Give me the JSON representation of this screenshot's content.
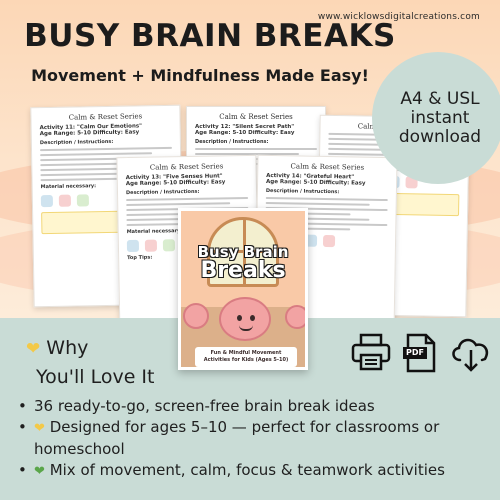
{
  "header": {
    "url": "www.wicklowsdigitalcreations.com",
    "title": "BUSY BRAIN BREAKS",
    "subtitle": "Movement + Mindfulness Made Easy!"
  },
  "badge": {
    "line1": "A4 & USL",
    "line2": "instant",
    "line3": "download"
  },
  "cover": {
    "title_line1": "Busy Brain",
    "title_line2": "Breaks",
    "tagline": "Fun & Mindful Movement Activities for Kids (Ages 5-10)"
  },
  "worksheets": {
    "series": "Calm & Reset Series",
    "sheet1": "Activity 11: \"Calm Our Emotions\"",
    "sheet2": "Activity 12: \"Silent Secret Path\"",
    "sheet3": "Activity 13: \"Five Senses Hunt\"",
    "sheet4": "Activity 14: \"Grateful Heart\"",
    "age": "Age Range: 5-10 Difficulty: Easy",
    "desc": "Description / Instructions:",
    "materials": "Material necessary:",
    "tip": "Top Tips:"
  },
  "panel": {
    "why_line1": "Why",
    "why_line2": "You'll Love It",
    "bullets": [
      "36 ready-to-go, screen-free brain break ideas",
      "Designed for ages 5–10 — perfect for classrooms or homeschool",
      "Mix of movement, calm, focus & teamwork activities"
    ],
    "format_icons": [
      "printer-icon",
      "pdf-file-icon",
      "cloud-download-icon"
    ],
    "format_pdf_label": "PDF"
  },
  "colors": {
    "accent_yellow": "#f3c948",
    "accent_green": "#5aa64a",
    "panel_bg": "#c9dcd6",
    "top_bg": "#fcd7b6"
  }
}
